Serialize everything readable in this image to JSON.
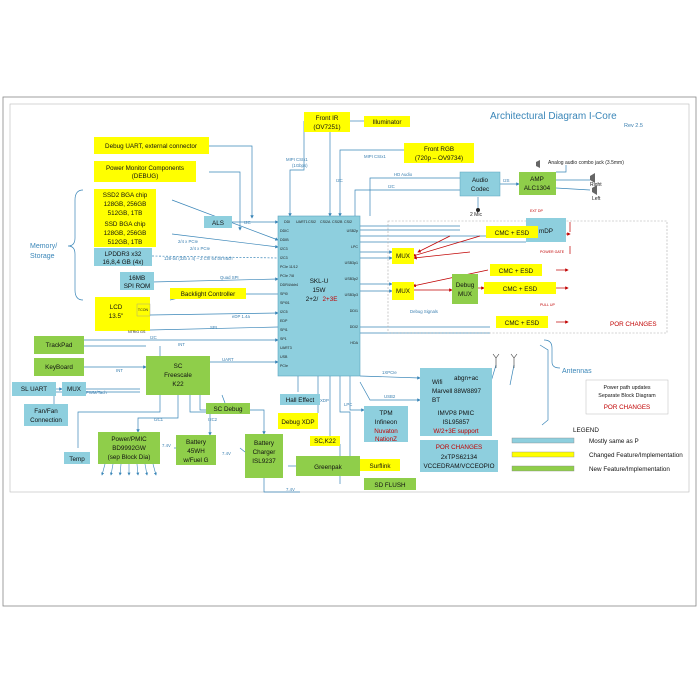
{
  "title": "Architectural Diagram I-Core",
  "revision": "Rev 2.5",
  "colors": {
    "blue": "#8ecfde",
    "yellow": "#ffff00",
    "green": "#8fce4a",
    "line": "#3a86b8",
    "red": "#c00000"
  },
  "soc": {
    "name": "SKL-U",
    "power": "15W",
    "cores_a": "2+2/",
    "cores_b": "2+3E"
  },
  "soc_pins": [
    "DDI",
    "UART1",
    "CSI2",
    "CSI2A",
    "CSI2B",
    "CSI2",
    "DDIC",
    "DDIB",
    "I2C3",
    "I2C3",
    "PCIe 11/12",
    "PCIe 7/8",
    "DDR4/ddr4",
    "SPI0",
    "SPI01",
    "I2C5",
    "EDP",
    "SPI1",
    "SP1",
    "UART3",
    "USB",
    "PCIe",
    "USB2p",
    "LPC",
    "USB3p1",
    "USB3p2",
    "USB3p3",
    "DDI1",
    "DDI2",
    "HDA"
  ],
  "blocks": {
    "debug_uart": "Debug UART, external connector",
    "power_mon_1": "Power Monitor Components",
    "power_mon_2": "(DEBUG)",
    "ssd2_1": "SSD2 BGA chip",
    "ssd2_2": "128GB, 256GB",
    "ssd2_3": "512GB, 1TB",
    "ssd_1": "SSD BGA chip",
    "ssd_2": "128GB, 256GB",
    "ssd_3": "512GB, 1TB",
    "lpddr_1": "LPDDR3 x32",
    "lpddr_2": "16,8,4 GB (4x)",
    "spi_rom_1": "16MB",
    "spi_rom_2": "SPI ROM",
    "lcd_1": "LCD",
    "lcd_2": "13.5\"",
    "tcon": "TCON",
    "backlight": "Backlight Controller",
    "als": "ALS",
    "front_ir_1": "Front IR",
    "front_ir_2": "(OV7251)",
    "illuminator": "Illuminator",
    "front_rgb_1": "Front RGB",
    "front_rgb_2": "(720p – OV9734)",
    "audio_1": "Audio",
    "audio_2": "Codec",
    "amp_1": "AMP",
    "amp_2": "ALC1304",
    "mic": "2 Mic",
    "jack": "Analog audio combo jack (3.5mm)",
    "right": "Right",
    "left": "Left",
    "mdp": "mDP",
    "cmc1": "CMC + ESD",
    "cmc2": "CMC + ESD",
    "cmc3": "CMC + ESD",
    "cmc4": "CMC + ESD",
    "mux1": "MUX",
    "mux2": "MUX",
    "debug_mux_1": "Debug",
    "debug_mux_2": "MUX",
    "debug_signals": "Debug Signals",
    "por1": "POR CHANGES",
    "trackpad": "TrackPad",
    "keyboard": "KeyBoard",
    "sl_uart": "SL UART",
    "mux3": "MUX",
    "fan_1": "Fan/Fan",
    "fan_2": "Connection",
    "sc_1": "SC",
    "sc_2": "Freescale",
    "sc_3": "K22",
    "sc_debug": "SC Debug",
    "temp": "Temp",
    "pmic_1": "Power/PMIC",
    "pmic_2": "BD9992GW",
    "pmic_3": "(sep Block Dia)",
    "battery_1": "Battery",
    "battery_2": "45WH",
    "battery_3": "w/Fuel G",
    "charger_1": "Battery",
    "charger_2": "Charger",
    "charger_3": "ISL9237",
    "hall": "Hall Effect",
    "debug_xdp": "Debug XDP",
    "sc_k22": "SC,K22",
    "greenpak": "Greenpak",
    "surflink": "Surflink",
    "sd_flush": "SD FLUSH",
    "tpm_1": "TPM",
    "tpm_2": "Infineon",
    "tpm_3": "Nuvaton",
    "tpm_4": "NationZ",
    "imvp_1": "IMVP8 PMIC",
    "imvp_2": "ISL95857",
    "imvp_3": "W/2+3E support",
    "por2": "POR CHANGES",
    "tps_1": "2xTPS62134",
    "tps_2": "VCCEDRAM/VCCEOPIO",
    "wifi_1": "Wifi",
    "wifi_2": "abgn+ac",
    "wifi_3": "Marvell 88W8897",
    "wifi_4": "BT",
    "antennas": "Antennas",
    "pp_1": "Power path updates",
    "pp_2": "Separate Block Diagram",
    "por3": "POR CHANGES",
    "memory_1": "Memory/",
    "memory_2": "Storage"
  },
  "legend": {
    "title": "LEGEND",
    "items": [
      {
        "label": "Mostly same as P",
        "color": "#8ecfde"
      },
      {
        "label": "Changed Feature/Implementation",
        "color": "#ffff00"
      },
      {
        "label": "New Feature/Implementation",
        "color": "#8fce4a"
      }
    ]
  },
  "bus_labels": {
    "i2c": "I2C",
    "i2c1": "I2C1",
    "i2c2": "I2C2",
    "pcie_a": "2/4 x PCIe",
    "pcie_b": "2/4 x PCIe",
    "mem_bus": "128-bit (32b x 4) – 2 Ch/ 64 bit each",
    "quad_spi": "Quad SPI",
    "edp": "eDP 1.4a",
    "spi": "SPI",
    "ntrig": "NTRIG GS",
    "int": "INT",
    "uart": "UART",
    "pwm": "PWM/Tach",
    "mipi1": "MIPI CSIx1",
    "mipi1b": "(1Gbps)",
    "mipi2": "MIPI CSIx1",
    "hd_audio": "HD Audio",
    "i2s": "I2S",
    "pciex1": "1XPCIe",
    "usb2": "USB2",
    "lpc": "LPC",
    "xdp": "XDP",
    "v74a": "7.4V",
    "v74b": "7.4V",
    "v74c": "7.4V",
    "power_gate": "POWER GATE",
    "ext_dp": "EXT DP",
    "pull_up": "PULL UP"
  }
}
